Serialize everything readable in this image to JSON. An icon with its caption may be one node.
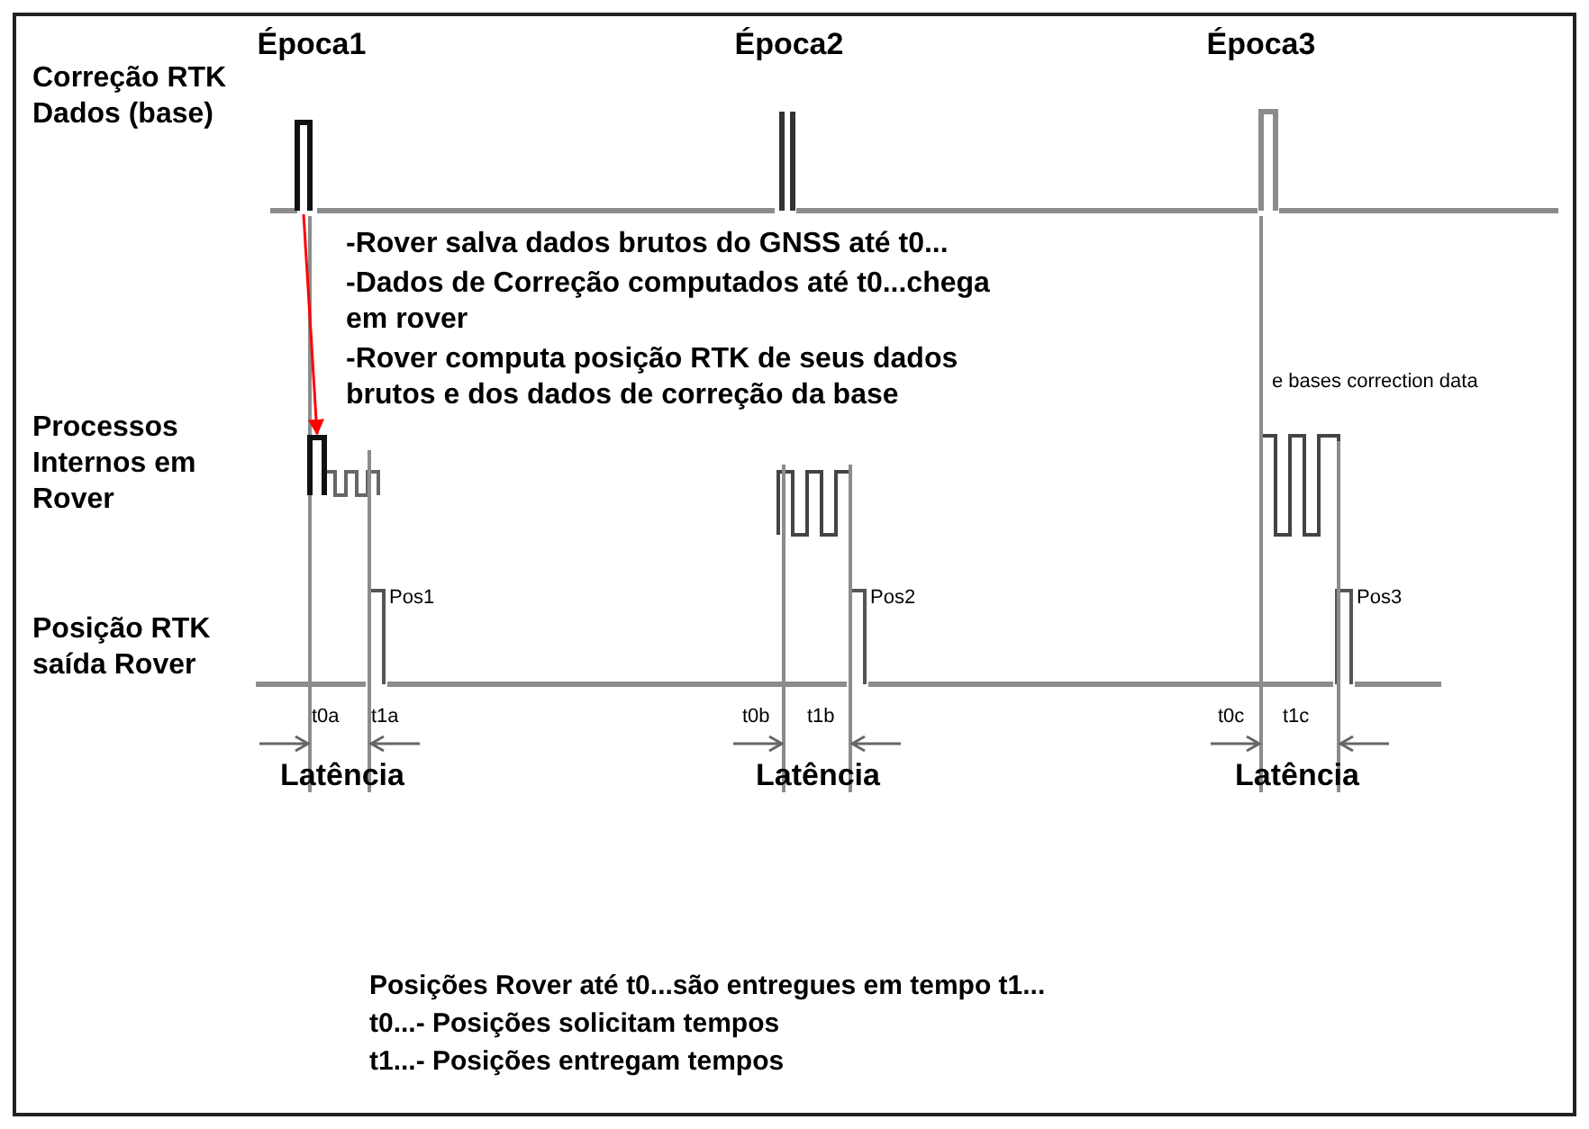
{
  "diagram": {
    "nodes": [
      {
        "text": [],
        "shape": "bar"
      },
      {
        "text": [],
        "shape": "bar"
      }
    ],
    "edges": [
      {
        "from": 0,
        "to": 1,
        "arrow": "to",
        "color": "#ff0000"
      }
    ],
    "labels": [
      "Época1",
      "Época2",
      "Época3",
      "Correção RTK Dados (base)",
      "-Rover salva dados brutos do GNSS até t0...",
      "-Dados de Correção computados até t0...chega em rover",
      "-Rover computa posição RTK de seus dados brutos e dos dados de correção da base",
      "e bases correction data",
      "Processos Internos em Rover",
      "Pos1",
      "Pos2",
      "Pos3",
      "Posição RTK saída Rover",
      "t0a",
      "t1a",
      "t0b",
      "t1b",
      "t0c",
      "t1c",
      "Latência",
      "Latência",
      "Latência",
      "Posições Rover até t0...são entregues em tempo t1...",
      "t0...- Posições solicitam tempos",
      "t1...- Posições entregam tempos"
    ]
  }
}
